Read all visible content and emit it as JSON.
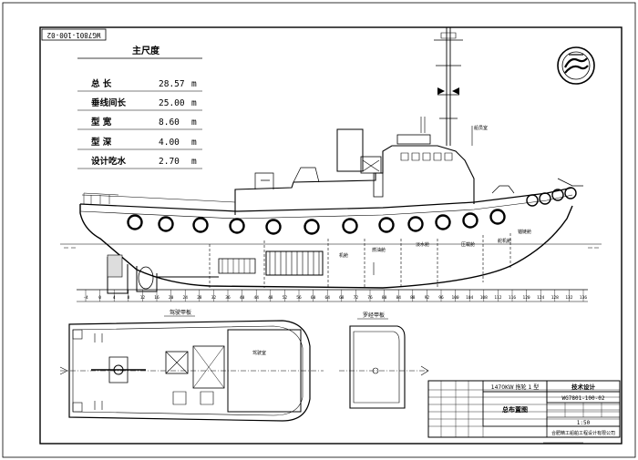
{
  "sheet_code": "WG7801-100-02",
  "particulars": {
    "title": "主尺度",
    "rows": [
      {
        "label": "总  长",
        "value": "28.57",
        "unit": "m"
      },
      {
        "label": "垂线间长",
        "value": "25.00",
        "unit": "m"
      },
      {
        "label": "型  宽",
        "value": "8.60",
        "unit": "m"
      },
      {
        "label": "型  深",
        "value": "4.00",
        "unit": "m"
      },
      {
        "label": "设计吃水",
        "value": "2.70",
        "unit": "m"
      }
    ]
  },
  "frame_labels": [
    "-4",
    "0",
    "4",
    "8",
    "12",
    "16",
    "20",
    "24",
    "28",
    "32",
    "36",
    "40",
    "44",
    "48",
    "52",
    "56",
    "60",
    "64",
    "68",
    "72",
    "76",
    "80",
    "84",
    "88",
    "92",
    "96",
    "100",
    "104",
    "108",
    "112",
    "116",
    "120",
    "124",
    "128",
    "132",
    "136"
  ],
  "deck_plan_labels": {
    "main_deck": "驾驶甲板",
    "upper_deck": "罗经甲板"
  },
  "room_labels": [
    "机舱",
    "燃油舱",
    "淡水舱",
    "压载舱",
    "舵机舱",
    "船员室",
    "锚链舱",
    "驾驶室"
  ],
  "title_block": {
    "project": "1470KW 拖轮 1 型",
    "stage": "技术设计",
    "drawing_name": "总布置图",
    "drawing_no": "WG7801-100-02",
    "scale": "1:50",
    "company": "合肥精工船舶工程设计有限公司"
  },
  "colors": {
    "line": "#000000",
    "background": "#ffffff"
  }
}
